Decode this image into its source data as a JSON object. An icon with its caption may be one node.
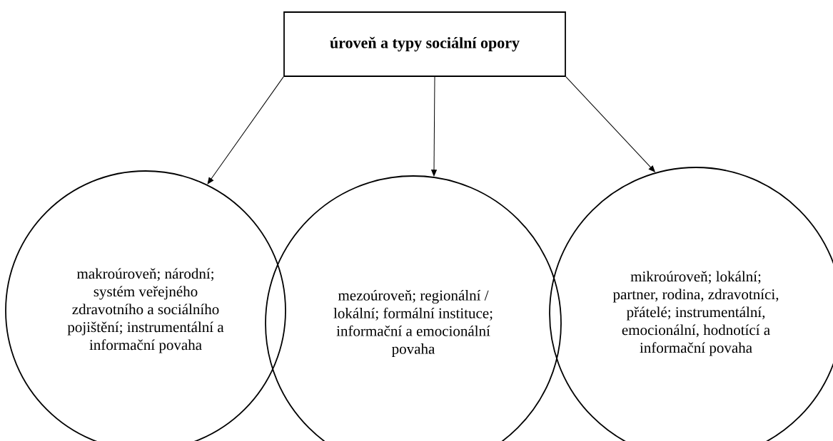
{
  "diagram": {
    "nodes": [
      {
        "text": [
          "úroveň a typy sociální opory"
        ]
      },
      {
        "text": [
          "makroúroveň; národní; systém veřejného zdravotního a sociálního pojištění; instrumentální a informační povaha"
        ]
      },
      {
        "text": [
          "mezoúroveň; regionální / lokální; formální instituce; informační a emocionální povaha"
        ]
      },
      {
        "text": [
          "mikroúroveň; lokální; partner, rodina, zdravotníci, přátelé; instrumentální, emocionální, hodnotící a informační povaha"
        ]
      }
    ],
    "edges": [
      {
        "from": 0,
        "to": 1,
        "arrow": "to"
      },
      {
        "from": 0,
        "to": 2,
        "arrow": "to"
      },
      {
        "from": 0,
        "to": 3,
        "arrow": "to"
      }
    ]
  }
}
